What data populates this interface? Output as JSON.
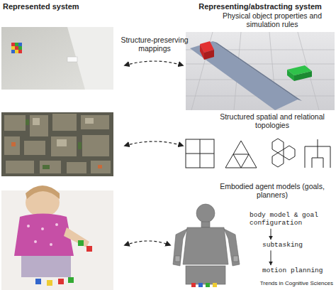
{
  "diagram": {
    "nodes": [
      {
        "text": [
          "body model & goal configuration"
        ]
      },
      {
        "text": [
          "subtasking"
        ]
      },
      {
        "text": [
          "motion planning"
        ]
      }
    ],
    "edges": [
      {
        "from": 0,
        "to": 1,
        "arrow": "to"
      },
      {
        "from": 1,
        "to": 2,
        "arrow": "to"
      }
    ],
    "labels": [
      "Represented system",
      "Representing/abstracting system",
      "Structure-preserving mappings",
      "Physical object properties and simulation rules",
      "Structured spatial and relational topologies",
      "Embodied agent models (goals, planners)",
      "Trends in Cognitive Sciences"
    ]
  }
}
